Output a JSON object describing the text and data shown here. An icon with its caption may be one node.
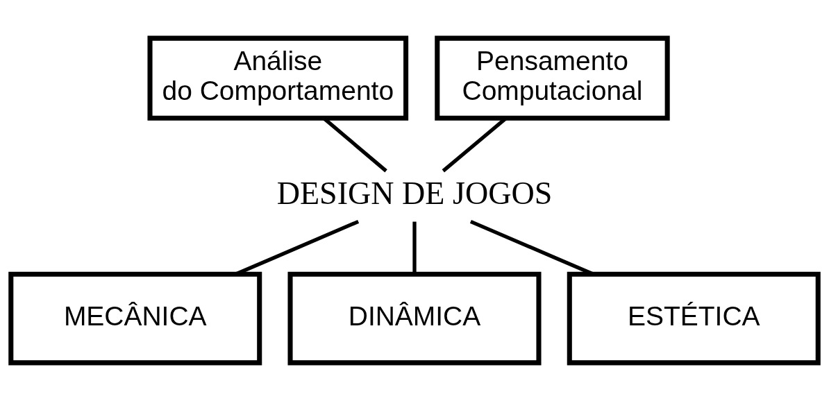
{
  "diagram": {
    "nodes": [
      {
        "text": [
          "Análise do Comportamento"
        ]
      },
      {
        "text": [
          "Pensamento Computacional"
        ]
      },
      {
        "text": [
          "DESIGN DE JOGOS"
        ]
      },
      {
        "text": [
          "MECÂNICA"
        ]
      },
      {
        "text": [
          "DINÂMICA"
        ]
      },
      {
        "text": [
          "ESTÉTICA"
        ]
      }
    ],
    "edges": [
      {
        "from": 0,
        "to": 2,
        "arrow": "none"
      },
      {
        "from": 1,
        "to": 2,
        "arrow": "none"
      },
      {
        "from": 2,
        "to": 3,
        "arrow": "none"
      },
      {
        "from": 2,
        "to": 4,
        "arrow": "none"
      },
      {
        "from": 2,
        "to": 5,
        "arrow": "none"
      }
    ]
  }
}
